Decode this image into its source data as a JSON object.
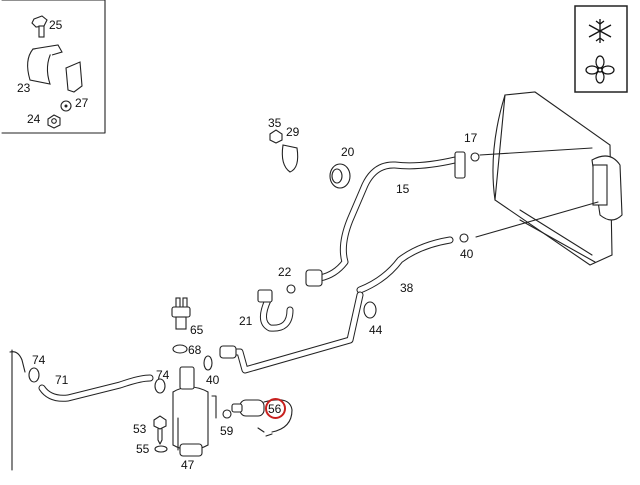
{
  "diagram": {
    "title": "Air conditioning refrigerant lines and receiver-drier exploded view",
    "legend_icons": [
      {
        "name": "snowflake-icon",
        "meaning": "air conditioning"
      },
      {
        "name": "fan-icon",
        "meaning": "blower/fan"
      }
    ],
    "highlight_color": "#c8201e",
    "highlighted_part": "56",
    "inset_labels": [
      "25",
      "23",
      "27",
      "24"
    ],
    "part_labels": {
      "p15": "15",
      "p17": "17",
      "p20": "20",
      "p21": "21",
      "p22": "22",
      "p23": "23",
      "p24": "24",
      "p25": "25",
      "p27": "27",
      "p29": "29",
      "p35": "35",
      "p38": "38",
      "p40a": "40",
      "p40b": "40",
      "p44": "44",
      "p47": "47",
      "p53": "53",
      "p55": "55",
      "p56": "56",
      "p59": "59",
      "p65": "65",
      "p68": "68",
      "p71": "71",
      "p74a": "74",
      "p74b": "74"
    }
  }
}
